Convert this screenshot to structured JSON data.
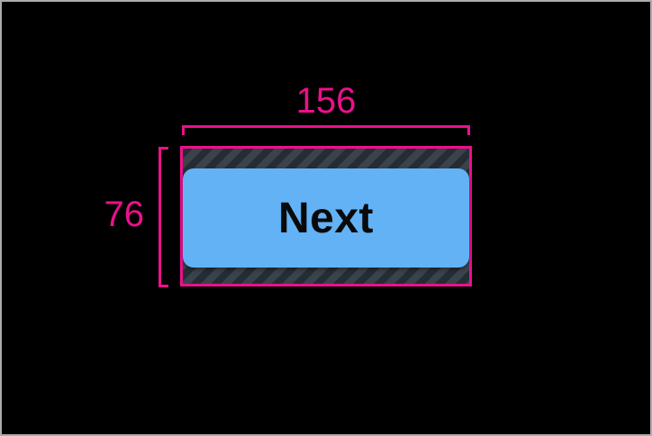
{
  "canvas": {
    "background": "#000000",
    "frame_border_color": "#ABABAB"
  },
  "measurements": {
    "width_label": "156",
    "height_label": "76",
    "annotation_color": "#EC108C"
  },
  "component": {
    "button_label": "Next",
    "button_fill": "#62B2F5",
    "button_text_color": "#0A0A0A",
    "padding_hatch_base": "#3A424C",
    "padding_hatch_stripe": "#262C33"
  }
}
